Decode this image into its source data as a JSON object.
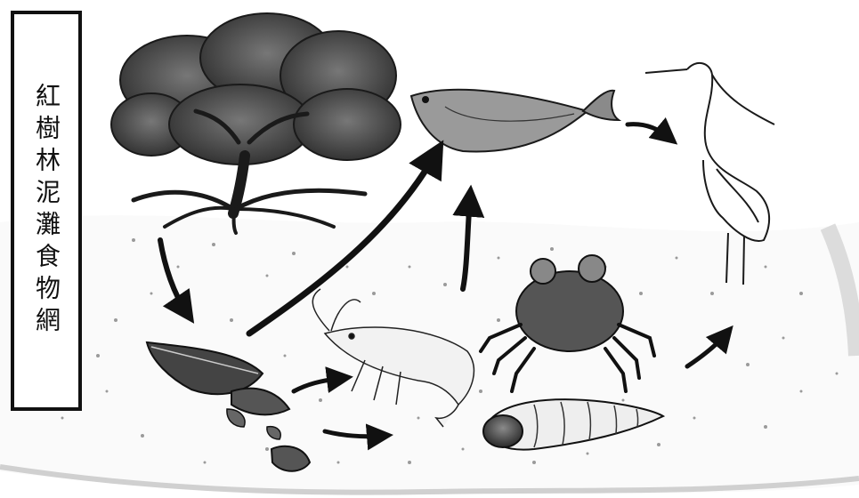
{
  "title": "紅樹林泥灘食物網",
  "organisms": [
    {
      "id": "mangrove",
      "icon": "mangrove-tree-icon"
    },
    {
      "id": "leaves",
      "icon": "fallen-leaves-icon"
    },
    {
      "id": "shrimp",
      "icon": "shrimp-icon"
    },
    {
      "id": "fish",
      "icon": "fish-icon"
    },
    {
      "id": "crab",
      "icon": "crab-icon"
    },
    {
      "id": "snail",
      "icon": "snail-icon"
    },
    {
      "id": "egret",
      "icon": "egret-icon"
    }
  ],
  "links": [
    {
      "from": "mangrove",
      "to": "leaves"
    },
    {
      "from": "leaves",
      "to": "shrimp"
    },
    {
      "from": "leaves",
      "to": "snail"
    },
    {
      "from": "leaves",
      "to": "fish"
    },
    {
      "from": "crab",
      "to": "fish"
    },
    {
      "from": "fish",
      "to": "egret"
    },
    {
      "from": "snail",
      "to": "egret"
    }
  ]
}
